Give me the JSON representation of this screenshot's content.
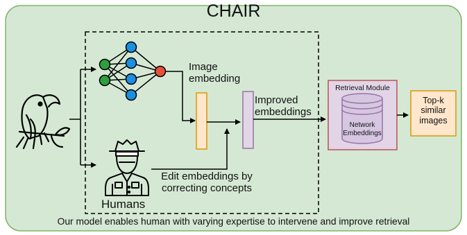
{
  "diagram": {
    "title": "CHAIR",
    "image_embedding_label": "Image\nembedding",
    "improved_embeddings_label": "Improved\nembeddings",
    "retrieval_module_label": "Retrieval Module",
    "network_embeddings_label": "Network\nEmbeddings",
    "topk_label": "Top-k\nsimilar\nimages",
    "edit_label": "Edit embeddings by\ncorrecting concepts",
    "humans_label": "Humans",
    "caption": "Our model enables human with varying expertise to intervene and improve retrieval"
  },
  "colors": {
    "panel_fill": "#d5e8d4",
    "panel_stroke": "#82b366",
    "node_green": "#2e9e3e",
    "node_blue": "#1b8fe0",
    "node_red": "#e8503a",
    "embedding_fill": "#ffe6cc",
    "embedding_stroke": "#d79b00",
    "improved_fill": "#e1d5e7",
    "improved_stroke": "#9673a6",
    "retrieval_fill": "#e1d5e7",
    "retrieval_stroke": "#b85450",
    "topk_fill": "#ffe6cc",
    "topk_stroke": "#d79b00"
  },
  "icons": [
    "parrot-icon",
    "neural-network-icon",
    "ranger-icon",
    "database-icon"
  ]
}
